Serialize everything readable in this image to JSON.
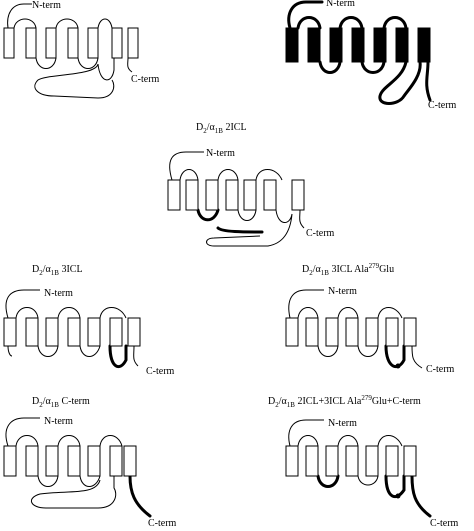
{
  "panels": {
    "wt_d2": {
      "title": "",
      "n_term": "N-term",
      "c_term": "C-term"
    },
    "wt_alpha1b": {
      "title": "",
      "n_term": "N-term",
      "c_term": "C-term"
    },
    "chimera_2icl": {
      "title": {
        "prefix": "D",
        "sub1": "2",
        "slash": "/α",
        "sub2": "1B",
        "rest": " 2ICL"
      },
      "n_term": "N-term",
      "c_term": "C-term"
    },
    "chimera_3icl": {
      "title": {
        "prefix": "D",
        "sub1": "2",
        "slash": "/α",
        "sub2": "1B",
        "rest": " 3ICL"
      },
      "n_term": "N-term",
      "c_term": "C-term"
    },
    "chimera_3icl_ala": {
      "title": {
        "prefix": "D",
        "sub1": "2",
        "slash": "/α",
        "sub2": "1B",
        "rest": " 3ICL Ala",
        "sup": "279",
        "end": "Glu"
      },
      "n_term": "N-term",
      "c_term": "C-term"
    },
    "chimera_cterm": {
      "title": {
        "prefix": "D",
        "sub1": "2",
        "slash": "/α",
        "sub2": "1B",
        "rest": " C-term"
      },
      "n_term": "N-term",
      "c_term": "C-term"
    },
    "chimera_combo": {
      "title": {
        "prefix": "D",
        "sub1": "2",
        "slash": "/α",
        "sub2": "1B",
        "rest": " 2ICL+3ICL Ala",
        "sup": "279",
        "end": "Glu+C-term"
      },
      "n_term": "N-term",
      "c_term": "C-term"
    }
  }
}
